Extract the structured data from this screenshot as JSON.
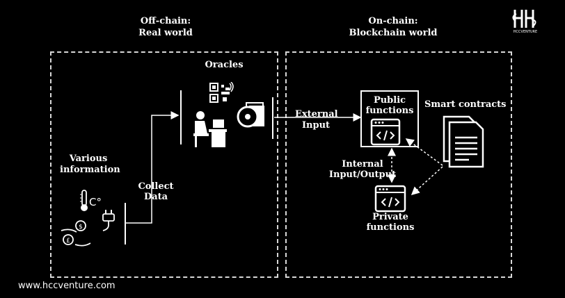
{
  "header": {
    "offchain_title": "Off-chain:",
    "offchain_sub": "Real world",
    "onchain_title": "On-chain:",
    "onchain_sub": "Blockchain world"
  },
  "labels": {
    "oracles": "Oracles",
    "various_info_1": "Various",
    "various_info_2": "information",
    "collect_1": "Collect",
    "collect_2": "Data",
    "external_1": "External",
    "external_2": "Input",
    "public_1": "Public",
    "public_2": "functions",
    "smart_contracts": "Smart contracts",
    "internal_1": "Internal",
    "internal_2": "Input/Output",
    "private_1": "Private",
    "private_2": "functions",
    "temp_unit": "C°"
  },
  "brand": {
    "logo_text": "HCCVENTURE",
    "website": "www.hccventure.com"
  },
  "colors": {
    "background": "#000000",
    "foreground": "#ffffff",
    "dashed": "#d8d8d8"
  }
}
